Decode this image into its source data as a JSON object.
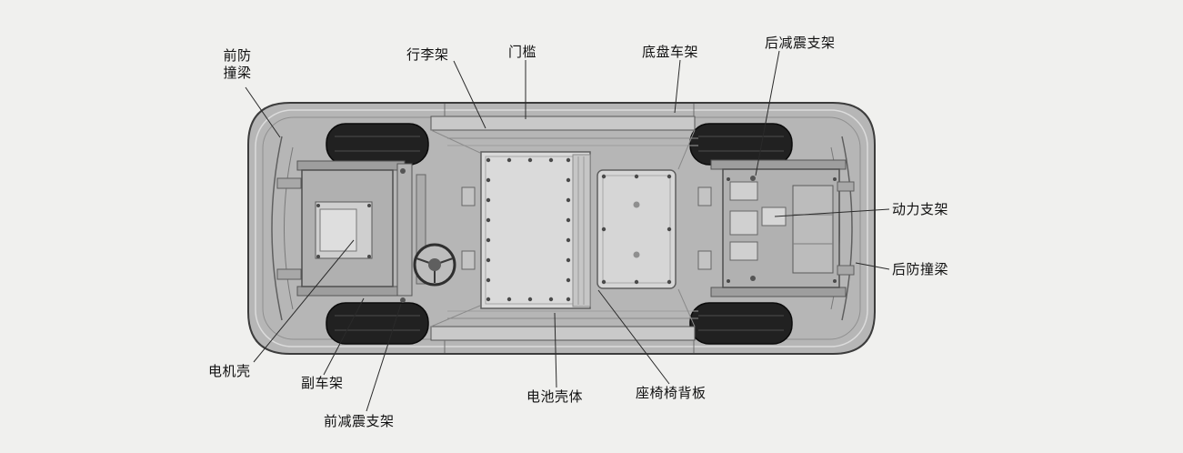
{
  "colors": {
    "background": "#f0f0ee",
    "body_fill": "#b6b6b6",
    "body_outline": "#3c3c3c",
    "wheel_fill": "#212121",
    "panel_fill": "#dadada",
    "label_text": "#111111",
    "leader_line": "#2a2a2a"
  },
  "labels": {
    "front_bumper": "前防\n撞梁",
    "luggage_rack": "行李架",
    "door_sill": "门槛",
    "chassis_frame": "底盘车架",
    "rear_shock_bracket": "后减震支架",
    "power_bracket": "动力支架",
    "rear_bumper": "后防撞梁",
    "motor_housing": "电机壳",
    "subframe": "副车架",
    "front_shock_bracket": "前减震支架",
    "battery_housing": "电池壳体",
    "seat_backrest": "座椅椅背板"
  }
}
